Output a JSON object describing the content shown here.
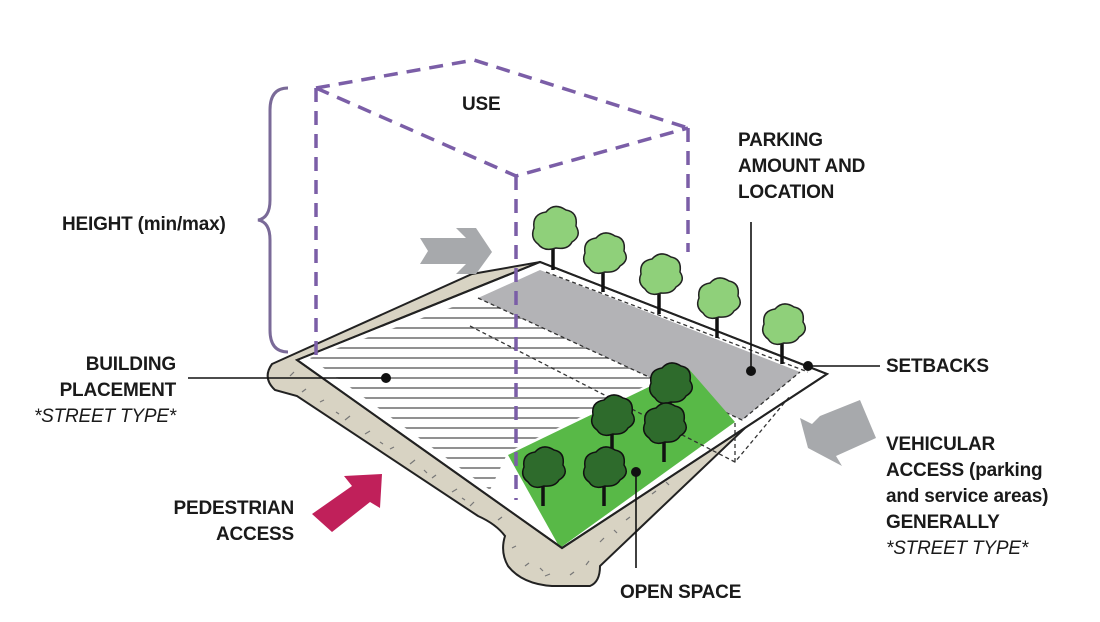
{
  "labels": {
    "use": "USE",
    "height": "HEIGHT (min/max)",
    "parking": [
      "PARKING",
      "AMOUNT AND",
      "LOCATION"
    ],
    "setbacks": "SETBACKS",
    "building_placement": [
      "BUILDING",
      "PLACEMENT"
    ],
    "building_street_type": "*STREET TYPE*",
    "pedestrian_access": [
      "PEDESTRIAN",
      "ACCESS"
    ],
    "open_space": "OPEN SPACE",
    "vehicular_access": [
      "VEHICULAR",
      "ACCESS (parking",
      "and service areas)",
      "GENERALLY"
    ],
    "vehicular_street_type": "*STREET TYPE*"
  },
  "colors": {
    "use_box": "#7b5ea7",
    "parking_area": "#b3b3b6",
    "open_space": "#58b947",
    "sidewalk": "#d8d3c3",
    "pedestrian_arrow": "#c0205a",
    "gray_arrow": "#a7a9ac",
    "tree_light": "#8fd07a",
    "tree_dark": "#2e6b2c",
    "ink": "#1a1a1a"
  }
}
